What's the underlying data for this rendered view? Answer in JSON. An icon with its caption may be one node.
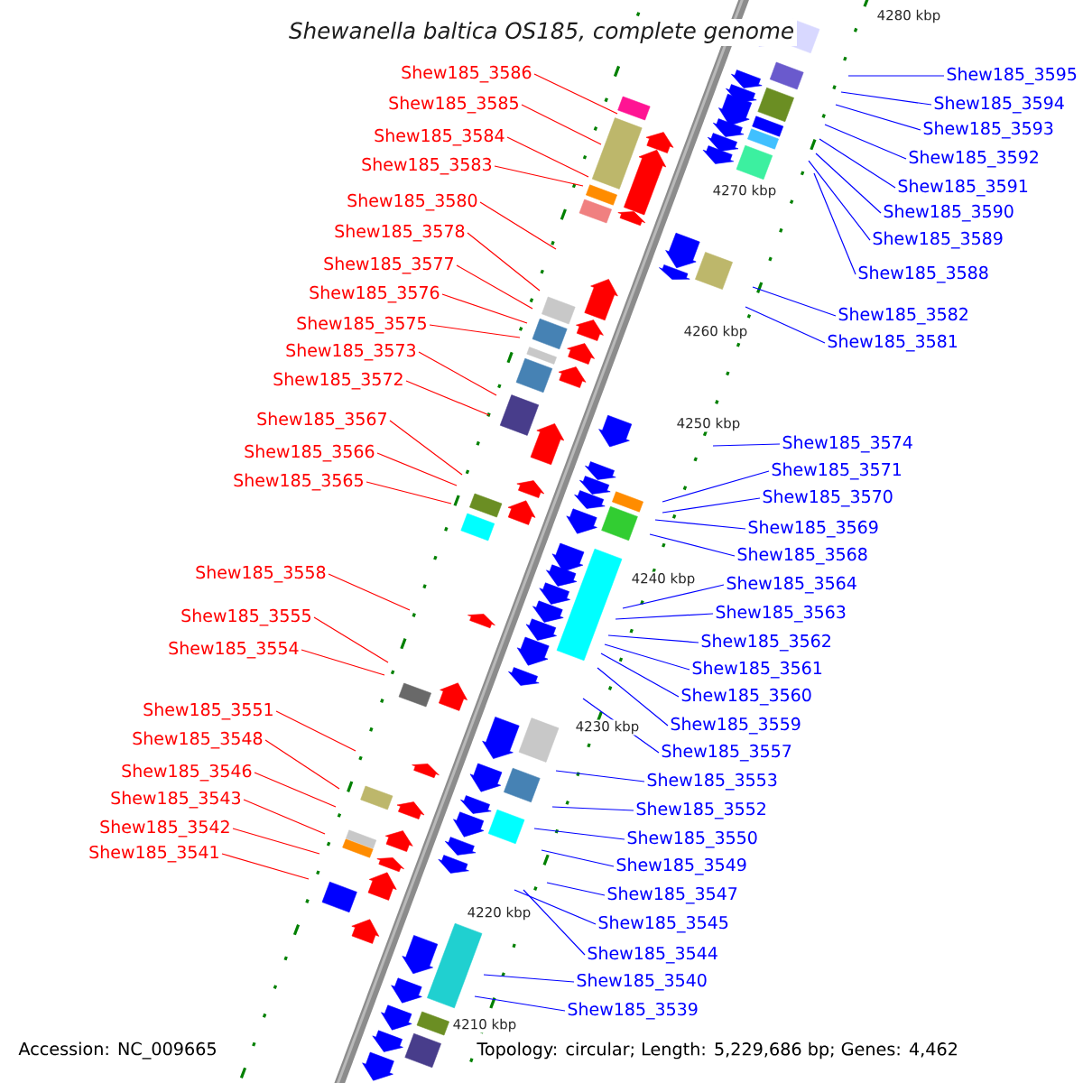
{
  "diagram": {
    "title": "Shewanella baltica OS185, complete genome",
    "nodes": [
      {
        "text": [
          "Shew185_3586"
        ]
      },
      {
        "text": [
          "Shew185_3585"
        ]
      },
      {
        "text": [
          "Shew185_3584"
        ]
      },
      {
        "text": [
          "Shew185_3583"
        ]
      },
      {
        "text": [
          "Shew185_3580"
        ]
      },
      {
        "text": [
          "Shew185_3578"
        ]
      },
      {
        "text": [
          "Shew185_3577"
        ]
      },
      {
        "text": [
          "Shew185_3576"
        ]
      },
      {
        "text": [
          "Shew185_3575"
        ]
      },
      {
        "text": [
          "Shew185_3573"
        ]
      },
      {
        "text": [
          "Shew185_3572"
        ]
      },
      {
        "text": [
          "Shew185_3567"
        ]
      },
      {
        "text": [
          "Shew185_3566"
        ]
      },
      {
        "text": [
          "Shew185_3565"
        ]
      },
      {
        "text": [
          "Shew185_3558"
        ]
      },
      {
        "text": [
          "Shew185_3555"
        ]
      },
      {
        "text": [
          "Shew185_3554"
        ]
      },
      {
        "text": [
          "Shew185_3551"
        ]
      },
      {
        "text": [
          "Shew185_3548"
        ]
      },
      {
        "text": [
          "Shew185_3546"
        ]
      },
      {
        "text": [
          "Shew185_3543"
        ]
      },
      {
        "text": [
          "Shew185_3542"
        ]
      },
      {
        "text": [
          "Shew185_3541"
        ]
      },
      {
        "text": [
          "Shew185_3595"
        ]
      },
      {
        "text": [
          "Shew185_3594"
        ]
      },
      {
        "text": [
          "Shew185_3593"
        ]
      },
      {
        "text": [
          "Shew185_3592"
        ]
      },
      {
        "text": [
          "Shew185_3591"
        ]
      },
      {
        "text": [
          "Shew185_3590"
        ]
      },
      {
        "text": [
          "Shew185_3589"
        ]
      },
      {
        "text": [
          "Shew185_3588"
        ]
      },
      {
        "text": [
          "Shew185_3582"
        ]
      },
      {
        "text": [
          "Shew185_3581"
        ]
      },
      {
        "text": [
          "Shew185_3574"
        ]
      },
      {
        "text": [
          "Shew185_3571"
        ]
      },
      {
        "text": [
          "Shew185_3570"
        ]
      },
      {
        "text": [
          "Shew185_3569"
        ]
      },
      {
        "text": [
          "Shew185_3568"
        ]
      },
      {
        "text": [
          "Shew185_3564"
        ]
      },
      {
        "text": [
          "Shew185_3563"
        ]
      },
      {
        "text": [
          "Shew185_3562"
        ]
      },
      {
        "text": [
          "Shew185_3561"
        ]
      },
      {
        "text": [
          "Shew185_3560"
        ]
      },
      {
        "text": [
          "Shew185_3559"
        ]
      },
      {
        "text": [
          "Shew185_3557"
        ]
      },
      {
        "text": [
          "Shew185_3553"
        ]
      },
      {
        "text": [
          "Shew185_3552"
        ]
      },
      {
        "text": [
          "Shew185_3550"
        ]
      },
      {
        "text": [
          "Shew185_3549"
        ]
      },
      {
        "text": [
          "Shew185_3547"
        ]
      },
      {
        "text": [
          "Shew185_3545"
        ]
      },
      {
        "text": [
          "Shew185_3544"
        ]
      },
      {
        "text": [
          "Shew185_3540"
        ]
      },
      {
        "text": [
          "Shew185_3539"
        ]
      }
    ],
    "edges": [
      {
        "from": 0,
        "to": null,
        "arrow": "none",
        "color": "#ff0000"
      },
      {
        "from": 1,
        "to": null,
        "arrow": "none",
        "color": "#ff0000"
      },
      {
        "from": 2,
        "to": null,
        "arrow": "none",
        "color": "#ff0000"
      },
      {
        "from": 3,
        "to": null,
        "arrow": "none",
        "color": "#ff0000"
      },
      {
        "from": 4,
        "to": null,
        "arrow": "none",
        "color": "#ff0000"
      },
      {
        "from": 5,
        "to": null,
        "arrow": "none",
        "color": "#ff0000"
      },
      {
        "from": 6,
        "to": null,
        "arrow": "none",
        "color": "#ff0000"
      },
      {
        "from": 7,
        "to": null,
        "arrow": "none",
        "color": "#ff0000"
      },
      {
        "from": 8,
        "to": null,
        "arrow": "none",
        "color": "#ff0000"
      },
      {
        "from": 9,
        "to": null,
        "arrow": "none",
        "color": "#ff0000"
      },
      {
        "from": 10,
        "to": null,
        "arrow": "none",
        "color": "#ff0000"
      },
      {
        "from": 11,
        "to": null,
        "arrow": "none",
        "color": "#ff0000"
      },
      {
        "from": 12,
        "to": null,
        "arrow": "none",
        "color": "#ff0000"
      },
      {
        "from": 13,
        "to": null,
        "arrow": "none",
        "color": "#ff0000"
      },
      {
        "from": 14,
        "to": null,
        "arrow": "none",
        "color": "#ff0000"
      },
      {
        "from": 15,
        "to": null,
        "arrow": "none",
        "color": "#ff0000"
      },
      {
        "from": 16,
        "to": null,
        "arrow": "none",
        "color": "#ff0000"
      },
      {
        "from": 17,
        "to": null,
        "arrow": "none",
        "color": "#ff0000"
      },
      {
        "from": 18,
        "to": null,
        "arrow": "none",
        "color": "#ff0000"
      },
      {
        "from": 19,
        "to": null,
        "arrow": "none",
        "color": "#ff0000"
      },
      {
        "from": 20,
        "to": null,
        "arrow": "none",
        "color": "#ff0000"
      },
      {
        "from": 21,
        "to": null,
        "arrow": "none",
        "color": "#ff0000"
      },
      {
        "from": 22,
        "to": null,
        "arrow": "none",
        "color": "#ff0000"
      },
      {
        "from": 23,
        "to": null,
        "arrow": "none"
      },
      {
        "from": 24,
        "to": null,
        "arrow": "none"
      },
      {
        "from": 25,
        "to": null,
        "arrow": "none"
      },
      {
        "from": 26,
        "to": null,
        "arrow": "none"
      },
      {
        "from": 27,
        "to": null,
        "arrow": "none"
      },
      {
        "from": 28,
        "to": null,
        "arrow": "none"
      },
      {
        "from": 29,
        "to": null,
        "arrow": "none"
      },
      {
        "from": 30,
        "to": null,
        "arrow": "none"
      },
      {
        "from": 31,
        "to": null,
        "arrow": "none"
      },
      {
        "from": 32,
        "to": null,
        "arrow": "none"
      },
      {
        "from": 33,
        "to": null,
        "arrow": "none"
      },
      {
        "from": 34,
        "to": null,
        "arrow": "none"
      },
      {
        "from": 35,
        "to": null,
        "arrow": "none"
      },
      {
        "from": 36,
        "to": null,
        "arrow": "none"
      },
      {
        "from": 37,
        "to": null,
        "arrow": "none"
      },
      {
        "from": 38,
        "to": null,
        "arrow": "none"
      },
      {
        "from": 39,
        "to": null,
        "arrow": "none"
      },
      {
        "from": 40,
        "to": null,
        "arrow": "none"
      },
      {
        "from": 41,
        "to": null,
        "arrow": "none"
      },
      {
        "from": 42,
        "to": null,
        "arrow": "none"
      },
      {
        "from": 43,
        "to": null,
        "arrow": "none"
      },
      {
        "from": 44,
        "to": null,
        "arrow": "none"
      },
      {
        "from": 45,
        "to": null,
        "arrow": "none"
      },
      {
        "from": 46,
        "to": null,
        "arrow": "none"
      },
      {
        "from": 47,
        "to": null,
        "arrow": "none"
      },
      {
        "from": 48,
        "to": null,
        "arrow": "none"
      },
      {
        "from": 49,
        "to": null,
        "arrow": "none"
      },
      {
        "from": 50,
        "to": null,
        "arrow": "none"
      },
      {
        "from": 51,
        "to": null,
        "arrow": "none"
      },
      {
        "from": 52,
        "to": null,
        "arrow": "none"
      },
      {
        "from": 53,
        "to": null,
        "arrow": "none"
      }
    ],
    "labels": [
      "4280 kbp",
      "4270 kbp",
      "4260 kbp",
      "4250 kbp",
      "4240 kbp",
      "4230 kbp",
      "4220 kbp",
      "4210 kbp",
      "Accession: NC_009665",
      "Topology: circular; Length: 5,229,686 bp; Genes: 4,462"
    ]
  }
}
